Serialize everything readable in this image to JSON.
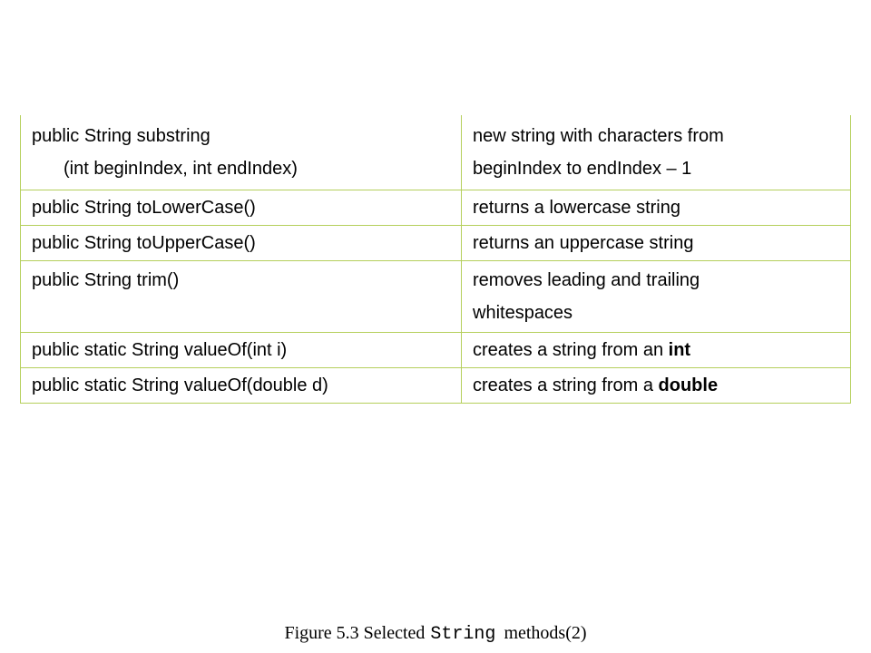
{
  "table": {
    "rows": [
      {
        "method_line1": "public String substring",
        "method_line2": "(int beginIndex, int endIndex)",
        "desc_line1": "new string with characters from",
        "desc_line2": "beginIndex to endIndex – 1"
      },
      {
        "method": "public String toLowerCase()",
        "desc": "returns a lowercase string"
      },
      {
        "method": "public String toUpperCase()",
        "desc": "returns an uppercase string"
      },
      {
        "method": "public String trim()",
        "desc_line1": "removes leading and trailing",
        "desc_line2": "whitespaces"
      },
      {
        "method": "public static String valueOf(int i)",
        "desc_prefix": "creates a string from an ",
        "desc_bold": "int"
      },
      {
        "method": "public static String valueOf(double d)",
        "desc_prefix": "creates a string from a ",
        "desc_bold": "double"
      }
    ]
  },
  "caption": {
    "prefix": "Figure 5.3 Selected ",
    "code": "String",
    "suffix": " methods(2)"
  }
}
